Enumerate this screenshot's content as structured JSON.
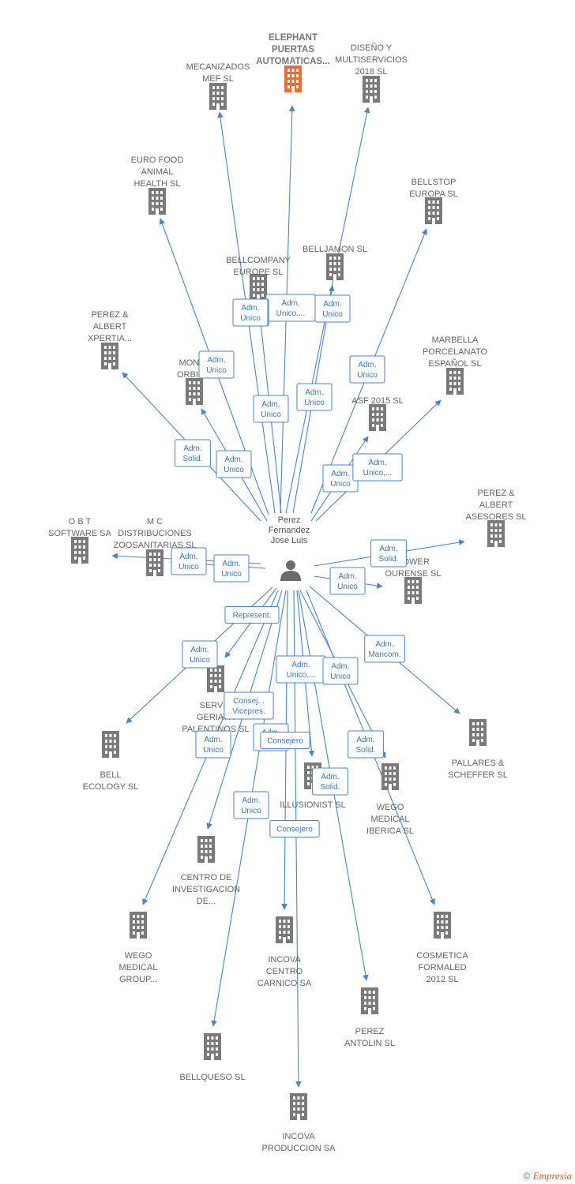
{
  "colors": {
    "edge": "#4a86cf",
    "building": "#7a7a7a",
    "focus_building": "#f26b35",
    "person": "#6a6a6a"
  },
  "person": {
    "label_lines": [
      "Perez",
      "Fernandez",
      "Jose Luis"
    ],
    "icon": "person-icon"
  },
  "companies": [
    {
      "id": "elephant",
      "label_lines": [
        "ELEPHANT",
        "PUERTAS",
        "AUTOMATICAS..."
      ],
      "focus": true
    },
    {
      "id": "mecanizados",
      "label_lines": [
        "MECANIZADOS",
        "MEF SL"
      ]
    },
    {
      "id": "diseno",
      "label_lines": [
        "DISEÑO Y",
        "MULTISERVICIOS",
        "2018 SL"
      ]
    },
    {
      "id": "eurofood",
      "label_lines": [
        "EURO FOOD",
        "ANIMAL",
        "HEALTH SL"
      ]
    },
    {
      "id": "bellstop",
      "label_lines": [
        "BELLSTOP",
        "EUROPA SL"
      ]
    },
    {
      "id": "bellcompany",
      "label_lines": [
        "BELLCOMPANY",
        "EUROPE SL"
      ]
    },
    {
      "id": "belljamon",
      "label_lines": [
        "BELLJAMON SL"
      ]
    },
    {
      "id": "perezxpertia",
      "label_lines": [
        "PEREZ &",
        "ALBERT",
        "XPERTIA..."
      ]
    },
    {
      "id": "marbella",
      "label_lines": [
        "MARBELLA",
        "PORCELANATO",
        "ESPAÑOL SL"
      ]
    },
    {
      "id": "montajes",
      "label_lines": [
        "MONTA",
        "ORBIGO"
      ]
    },
    {
      "id": "asf",
      "label_lines": [
        "ASF 2015 SL"
      ]
    },
    {
      "id": "perezasesores",
      "label_lines": [
        "PEREZ &",
        "ALBERT",
        "ASESORES SL"
      ]
    },
    {
      "id": "obt",
      "label_lines": [
        "O B T",
        "SOFTWARE SA"
      ]
    },
    {
      "id": "mc",
      "label_lines": [
        "M C",
        "DISTRIBUCIONES",
        "ZOOSANITARIAS SL"
      ]
    },
    {
      "id": "power",
      "label_lines": [
        "POWER",
        "OURENSE SL"
      ]
    },
    {
      "id": "servicios",
      "label_lines": [
        "SERVIC",
        "GERIATR",
        "PALENTINOS SL"
      ]
    },
    {
      "id": "bellecology",
      "label_lines": [
        "BELL",
        "ECOLOGY SL"
      ]
    },
    {
      "id": "pallares",
      "label_lines": [
        "PALLARES &",
        "SCHEFFER SL"
      ]
    },
    {
      "id": "illusionist",
      "label_lines": [
        "ILLUSIONIST SL"
      ]
    },
    {
      "id": "wegoiberica",
      "label_lines": [
        "WEGO",
        "MEDICAL",
        "IBERICA SL"
      ]
    },
    {
      "id": "centro",
      "label_lines": [
        "CENTRO DE",
        "INVESTIGACION",
        "DE..."
      ]
    },
    {
      "id": "wegogroup",
      "label_lines": [
        "WEGO",
        "MEDICAL",
        "GROUP..."
      ]
    },
    {
      "id": "incovacentro",
      "label_lines": [
        "INCOVA",
        "CENTRO",
        "CARNICO SA"
      ]
    },
    {
      "id": "cosmetica",
      "label_lines": [
        "COSMETICA",
        "FORMALED",
        "2012 SL"
      ]
    },
    {
      "id": "perezantolin",
      "label_lines": [
        "PEREZ",
        "ANTOLIN SL"
      ]
    },
    {
      "id": "bellqueso",
      "label_lines": [
        "BELLQUESO SL"
      ]
    },
    {
      "id": "incovaprod",
      "label_lines": [
        "INCOVA",
        "PRODUCCION SA"
      ]
    }
  ],
  "edges": [
    {
      "target": "elephant",
      "label_lines": [
        "Adm.",
        "Unico,..."
      ]
    },
    {
      "target": "mecanizados",
      "label_lines": [
        "Adm.",
        "Unico"
      ]
    },
    {
      "target": "diseno",
      "label_lines": [
        "Adm.",
        "Unico"
      ]
    },
    {
      "target": "eurofood",
      "label_lines": [
        "Adm.",
        "Unico"
      ]
    },
    {
      "target": "bellstop",
      "label_lines": [
        "Adm.",
        "Unico"
      ]
    },
    {
      "target": "bellcompany",
      "label_lines": [
        "Adm.",
        "Unico"
      ]
    },
    {
      "target": "belljamon",
      "label_lines": [
        "Adm.",
        "Unico"
      ]
    },
    {
      "target": "perezxpertia",
      "label_lines": [
        "Adm.",
        "Solid."
      ]
    },
    {
      "target": "montajes",
      "label_lines": [
        "Adm.",
        "Unico"
      ]
    },
    {
      "target": "asf",
      "label_lines": [
        "Adm.",
        "Unico"
      ]
    },
    {
      "target": "marbella",
      "label_lines": [
        "Adm.",
        "Unico,..."
      ]
    },
    {
      "target": "perezasesores",
      "label_lines": [
        "Adm.",
        "Solid."
      ]
    },
    {
      "target": "obt",
      "label_lines": [
        "Adm.",
        "Unico"
      ]
    },
    {
      "target": "mc",
      "label_lines": [
        "Adm.",
        "Unico"
      ]
    },
    {
      "target": "power",
      "label_lines": [
        "Adm.",
        "Unico"
      ]
    },
    {
      "target": "servicios",
      "label_lines": [
        "Represent."
      ]
    },
    {
      "target": "bellecology",
      "label_lines": [
        "Adm.",
        "Unico"
      ]
    },
    {
      "target": "pallares",
      "label_lines": [
        "Adm.",
        "Mancom."
      ]
    },
    {
      "target": "illusionist",
      "label_lines": [
        "Adm.",
        "Unico,..."
      ]
    },
    {
      "target": "wegoiberica",
      "label_lines": [
        "Adm.",
        "Unico"
      ]
    },
    {
      "target": "centro",
      "label_lines": [
        "Consej. .",
        "Vicepres."
      ]
    },
    {
      "target": "wegogroup",
      "label_lines": [
        "Adm.",
        "Unico"
      ]
    },
    {
      "target": "incovacentro",
      "label_lines": [
        "Consejero"
      ]
    },
    {
      "target": "cosmetica",
      "label_lines": [
        "Adm.",
        "Solid."
      ]
    },
    {
      "target": "perezantolin",
      "label_lines": [
        "Adm.",
        "Solid."
      ]
    },
    {
      "target": "bellqueso",
      "label_lines": [
        "Adm.",
        "Unico"
      ]
    },
    {
      "target": "incovaprod",
      "label_lines": [
        "Consejero"
      ]
    }
  ],
  "extra_labels": [
    {
      "label_lines": [
        "Adm.",
        "Unico"
      ]
    },
    {
      "label_lines": [
        "Adm.",
        "Unico"
      ]
    },
    {
      "label_lines": [
        "Consejero"
      ]
    }
  ],
  "footer": {
    "copyright": "©",
    "brand": "Empresia"
  }
}
